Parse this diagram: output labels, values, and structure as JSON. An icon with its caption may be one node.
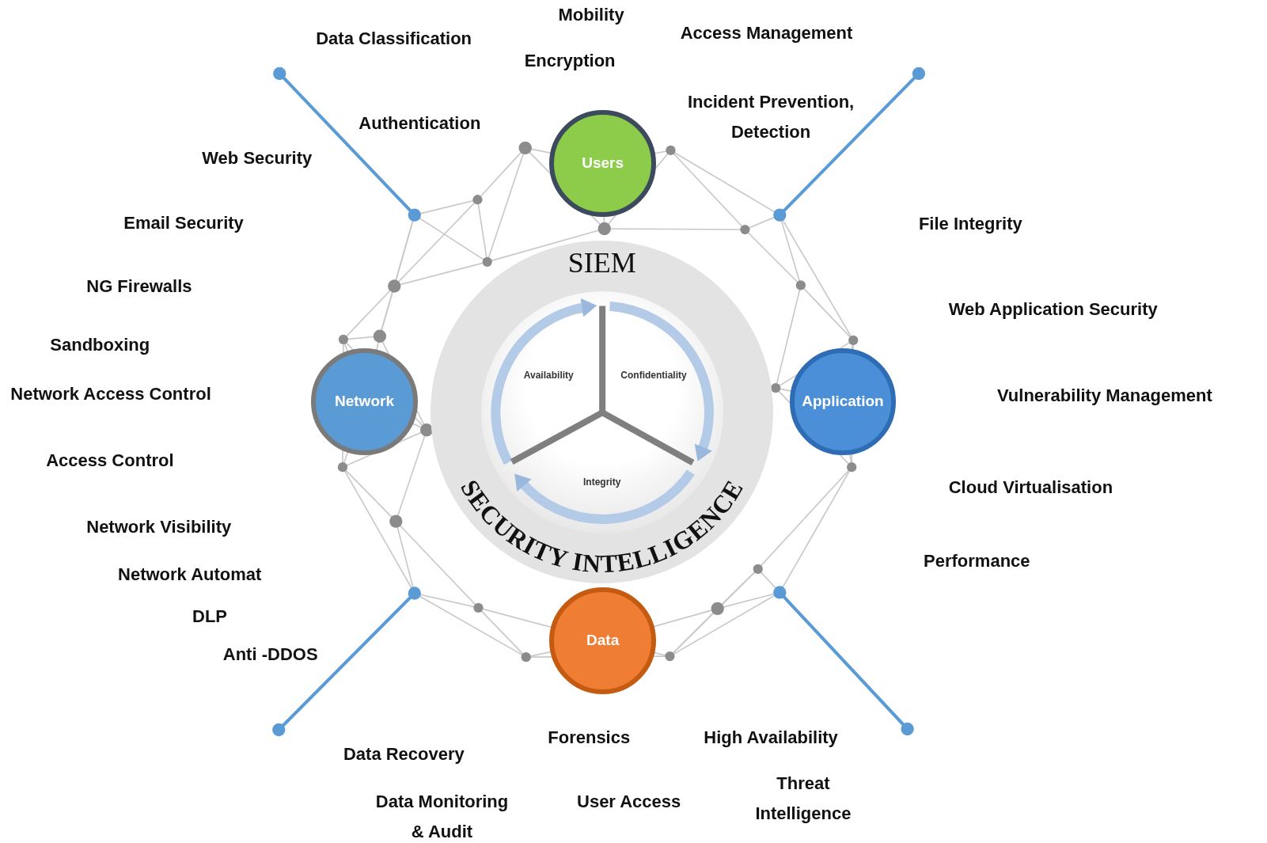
{
  "diagram": {
    "nodes": [
      {
        "text": [
          "SIEM"
        ]
      },
      {
        "text": [
          "Availability",
          "Confidentiality",
          "Integrity"
        ],
        "in": 0
      },
      {
        "text": [
          "Users"
        ]
      },
      {
        "text": [
          "Network"
        ]
      },
      {
        "text": [
          "Application"
        ]
      },
      {
        "text": [
          "Data"
        ]
      }
    ],
    "labels": [
      "Mobility",
      "Data Classification",
      "Access Management",
      "Encryption",
      "Incident Prevention, Detection",
      "Authentication",
      "Web Security",
      "Email Security",
      "File Integrity",
      "NG Firewalls",
      "Web Application Security",
      "Sandboxing",
      "Network Access Control",
      "Vulnerability Management",
      "Access Control",
      "Cloud Virtualisation",
      "Network Visibility",
      "Performance",
      "SECURITY INTELLIGENCE",
      "Network Automat",
      "DLP",
      "Anti -DDOS",
      "Forensics",
      "High Availability",
      "Data Recovery",
      "Threat Intelligence",
      "Data Monitoring & Audit",
      "User Access"
    ]
  }
}
